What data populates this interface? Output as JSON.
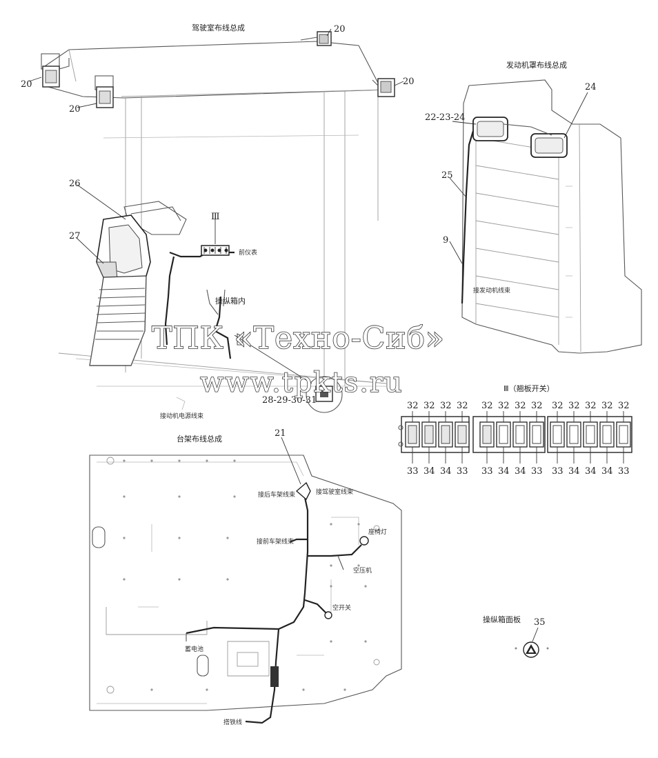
{
  "titles": {
    "cab_harness": "驾驶室布线总成",
    "engine_cover_harness": "发动机罩布线总成",
    "platform_harness": "台架布线总成",
    "control_panel": "操纵箱面板",
    "switch_view": "Ⅲ（翘板开关）"
  },
  "callouts": {
    "c20": "20",
    "c22": "22-23-24",
    "c24": "24",
    "c25": "25",
    "c9": "9",
    "c26": "26",
    "c27": "27",
    "cIII": "Ⅲ",
    "c28": "28-29-30-31",
    "c21": "21",
    "c35": "35"
  },
  "notes": {
    "console_inside": "操纵箱内",
    "to_instrument": "前仪表",
    "engine_cover_note": "接发动机线束",
    "platform_left": "接动机电源线束",
    "n_front_harness": "接后车架线束",
    "n_cab_harness": "接驾驶室线束",
    "n_rear_frame": "接前车架线束",
    "n_lamp": "座椅灯",
    "n_switch": "空压机",
    "n_relay": "空开关",
    "n_battery": "蓄电池",
    "n_ground": "搭铁线"
  },
  "switch_panel": {
    "top_numbers": [
      "32",
      "32",
      "32",
      "32",
      "32",
      "32",
      "32",
      "32",
      "32",
      "32",
      "32",
      "32",
      "32"
    ],
    "bottom_numbers": [
      "33",
      "34",
      "34",
      "33",
      "33",
      "34",
      "34",
      "33",
      "33",
      "34",
      "34",
      "34",
      "33"
    ]
  },
  "watermark": {
    "line1": "ТПК «Техно-Сиб»",
    "line2": "www.tpkts.ru"
  }
}
